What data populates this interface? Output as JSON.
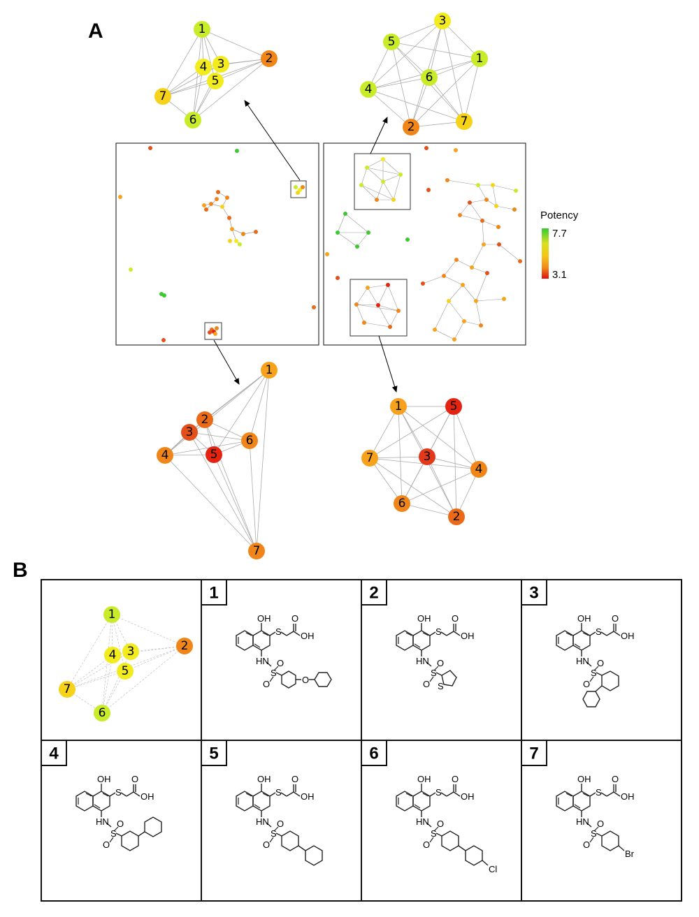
{
  "figure": {
    "panel_a_label": "A",
    "panel_b_label": "B"
  },
  "legend": {
    "title": "Potency",
    "max": "7.7",
    "min": "3.1",
    "colors": [
      "#33cc33",
      "#d8e022",
      "#f5c518",
      "#f08c1a",
      "#e01010"
    ]
  },
  "palette": {
    "green": "#3fc832",
    "yellowgreen": "#c9ec2a",
    "yellow": "#f2ec1e",
    "gold": "#f6d21a",
    "lightorange": "#f7a21c",
    "orange": "#f0861a",
    "darkorange": "#ea6a18",
    "red": "#e42410"
  },
  "clusters": {
    "top_left": [
      "1",
      "2",
      "3",
      "4",
      "5",
      "6",
      "7"
    ],
    "top_right": [
      "1",
      "2",
      "3",
      "4",
      "5",
      "6",
      "7"
    ],
    "bottom_left": [
      "1",
      "2",
      "3",
      "4",
      "5",
      "6",
      "7"
    ],
    "bottom_right": [
      "1",
      "2",
      "3",
      "4",
      "5",
      "6",
      "7"
    ],
    "b_preview": [
      "1",
      "2",
      "3",
      "4",
      "5",
      "6",
      "7"
    ]
  },
  "compounds": [
    {
      "id": "1",
      "substituent": "phenoxyphenyl"
    },
    {
      "id": "2",
      "substituent": "thiophene"
    },
    {
      "id": "3",
      "substituent": "2-biphenyl"
    },
    {
      "id": "4",
      "substituent": "3-biphenyl"
    },
    {
      "id": "5",
      "substituent": "4-biphenyl"
    },
    {
      "id": "6",
      "substituent": "4-chlorobiphenyl"
    },
    {
      "id": "7",
      "substituent": "4-bromophenyl"
    }
  ],
  "chem_labels": {
    "oh": "OH",
    "s": "S",
    "o": "O",
    "cooh": "OH",
    "hn": "HN",
    "cl": "Cl",
    "br": "Br"
  }
}
